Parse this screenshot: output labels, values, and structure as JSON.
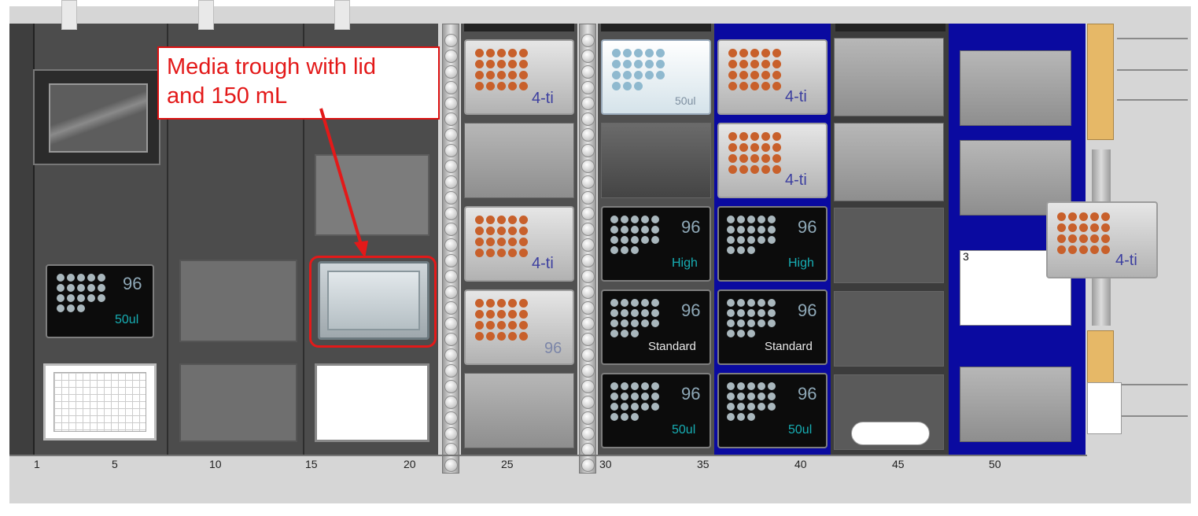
{
  "annotation": {
    "line1": "Media trough with lid",
    "line2": "and 150 mL",
    "color": "#e31919"
  },
  "ruler_labels": [
    "1",
    "5",
    "10",
    "15",
    "20",
    "25",
    "30",
    "35",
    "40",
    "45",
    "50"
  ],
  "tiles": {
    "grid96_50ul_left": {
      "number": "96",
      "volume": "50ul"
    },
    "trough_4ti_1": {
      "label": "4-ti"
    },
    "trough_4ti_2": {
      "label": "4-ti"
    },
    "trough_96": {
      "label": "96"
    },
    "tips_50ul_top": {
      "label": "50ul"
    },
    "tips_high_1": {
      "number": "96",
      "type": "High"
    },
    "tips_std_1": {
      "number": "96",
      "type": "Standard"
    },
    "tips_50ul_1": {
      "number": "96",
      "type": "50ul"
    },
    "plate_4ti_3": {
      "label": "4-ti"
    },
    "plate_4ti_4": {
      "label": "4-ti"
    },
    "tips_high_2": {
      "number": "96",
      "type": "High"
    },
    "tips_std_2": {
      "number": "96",
      "type": "Standard"
    },
    "tips_50ul_2": {
      "number": "96",
      "type": "50ul"
    },
    "carried_4ti": {
      "label": "4-ti"
    },
    "white_plate_label": "3"
  },
  "colors": {
    "carrier_blue": "#0a0aa0",
    "orange_dots": "#c8602b",
    "teal_text": "#17aeb4"
  }
}
